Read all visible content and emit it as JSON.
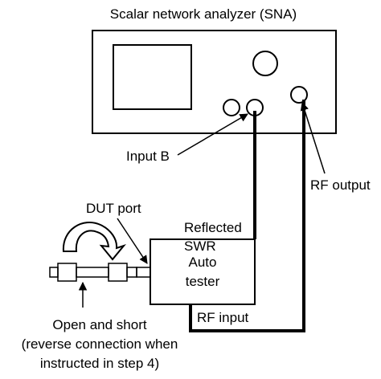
{
  "labels": {
    "analyzer_title": "Scalar network analyzer (SNA)",
    "input_b": "Input B",
    "rf_output": "RF output",
    "dut_port": "DUT port",
    "reflected": "Reflected",
    "swr": "SWR",
    "auto": "Auto",
    "tester": "tester",
    "rf_input": "RF input",
    "caption_line1": "Open and short",
    "caption_line2": "(reverse connection when",
    "caption_line3": "instructed in step 4)"
  }
}
